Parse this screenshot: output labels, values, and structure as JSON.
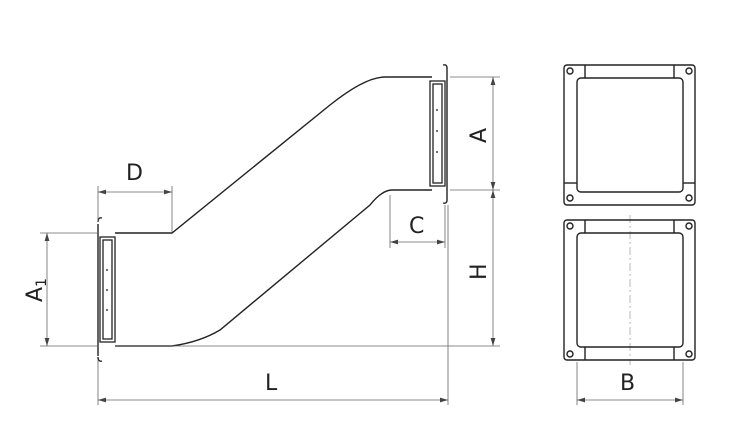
{
  "labels": {
    "D": "D",
    "C": "C",
    "A": "A",
    "A1": "A",
    "A1_sub": "1",
    "H": "H",
    "L": "L",
    "B": "B"
  },
  "colors": {
    "line": "#222222",
    "dimension": "#666666"
  }
}
